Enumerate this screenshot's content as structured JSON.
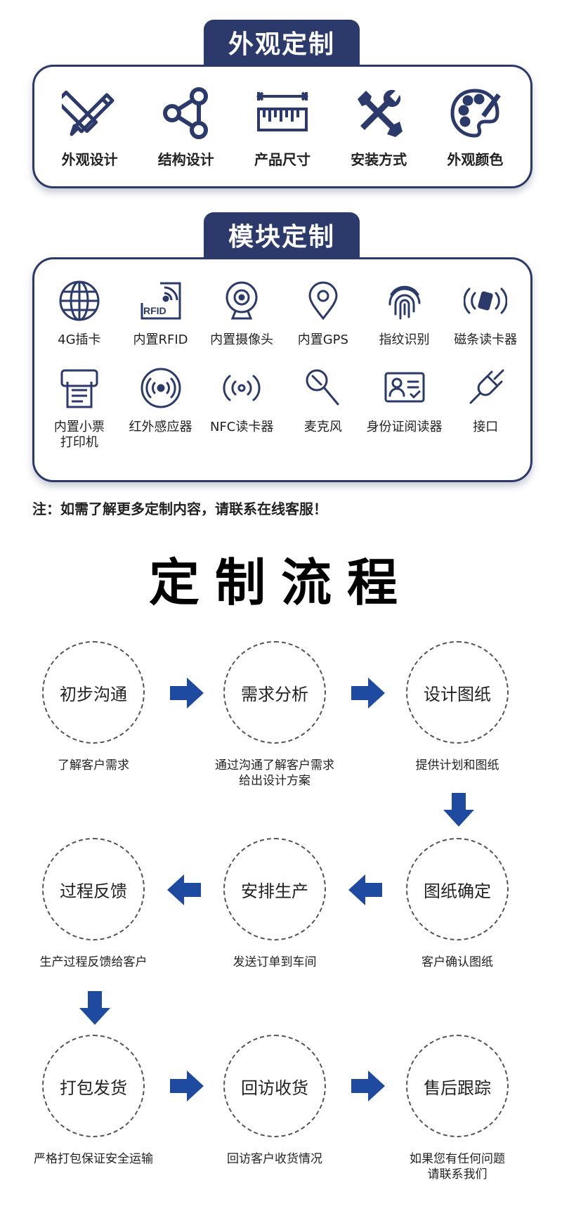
{
  "appearance": {
    "title": "外观定制",
    "items": [
      {
        "icon": "design-pencil-ruler-icon",
        "label": "外观设计"
      },
      {
        "icon": "structure-share-icon",
        "label": "结构设计"
      },
      {
        "icon": "ruler-size-icon",
        "label": "产品尺寸"
      },
      {
        "icon": "tools-wrench-hammer-icon",
        "label": "安装方式"
      },
      {
        "icon": "palette-icon",
        "label": "外观颜色"
      }
    ]
  },
  "module": {
    "title": "模块定制",
    "rows": [
      [
        {
          "icon": "globe-icon",
          "label": "4G插卡"
        },
        {
          "icon": "rfid-icon",
          "label": "内置RFID",
          "icon_text": "RFID"
        },
        {
          "icon": "webcam-icon",
          "label": "内置摄像头"
        },
        {
          "icon": "location-pin-icon",
          "label": "内置GPS"
        },
        {
          "icon": "fingerprint-icon",
          "label": "指纹识别"
        },
        {
          "icon": "card-reader-icon",
          "label": "磁条读卡器"
        }
      ],
      [
        {
          "icon": "receipt-printer-icon",
          "label": "内置小票\n打印机"
        },
        {
          "icon": "infrared-sensor-icon",
          "label": "红外感应器"
        },
        {
          "icon": "nfc-icon",
          "label": "NFC读卡器"
        },
        {
          "icon": "microphone-icon",
          "label": "麦克风"
        },
        {
          "icon": "id-card-icon",
          "label": "身份证阅读器"
        },
        {
          "icon": "plug-icon",
          "label": "接口"
        }
      ]
    ]
  },
  "note": "注：如需了解更多定制内容，请联系在线客服！",
  "process": {
    "title": "定制流程",
    "steps": [
      {
        "name": "初步沟通",
        "desc": "了解客户需求"
      },
      {
        "name": "需求分析",
        "desc": "通过沟通了解客户需求\n给出设计方案"
      },
      {
        "name": "设计图纸",
        "desc": "提供计划和图纸"
      },
      {
        "name": "图纸确定",
        "desc": "客户确认图纸"
      },
      {
        "name": "安排生产",
        "desc": "发送订单到车间"
      },
      {
        "name": "过程反馈",
        "desc": "生产过程反馈给客户"
      },
      {
        "name": "打包发货",
        "desc": "严格打包保证安全运输"
      },
      {
        "name": "回访收货",
        "desc": "回访客户收货情况"
      },
      {
        "name": "售后跟踪",
        "desc": "如果您有任何问题\n请联系我们"
      }
    ]
  },
  "colors": {
    "navy": "#2b3a6b",
    "arrow_blue": "#1e4aa0"
  }
}
